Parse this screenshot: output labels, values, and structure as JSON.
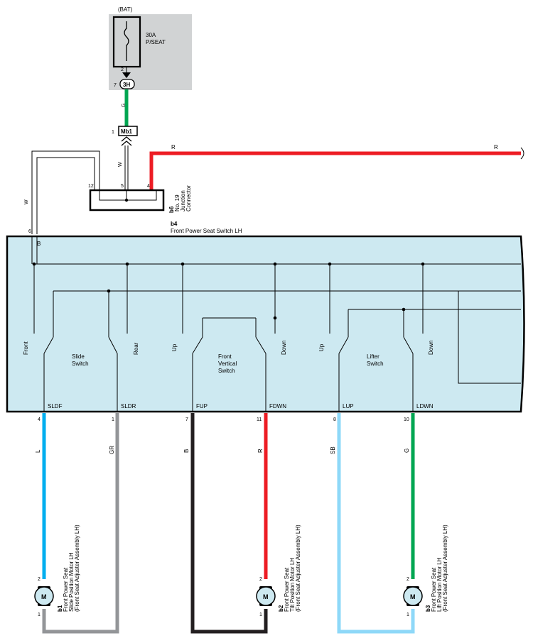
{
  "fuse": {
    "source": "(BAT)",
    "rating": "30A",
    "name": "P/SEAT",
    "out_pin": "2"
  },
  "connector_3h": {
    "label": "3H",
    "pin": "7"
  },
  "connector_mb1": {
    "label": "Mb1",
    "pin": "1"
  },
  "junction": {
    "code": "b6",
    "name": "No. 19 Junction Connector",
    "pins": [
      "12",
      "5",
      "4"
    ]
  },
  "switch_assembly": {
    "code": "b4",
    "name": "Front Power Seat Switch LH",
    "ground_pin": "6",
    "bus_label": "B"
  },
  "switches": {
    "slide": "Slide Switch",
    "vertical": "Front Vertical Switch",
    "lifter": "Lifter Switch",
    "pos_labels": [
      "Front",
      "Rear",
      "Up",
      "Down",
      "Up",
      "Down"
    ]
  },
  "terminals": [
    {
      "name": "SLDF",
      "pin": "4",
      "wire": "L"
    },
    {
      "name": "SLDR",
      "pin": "1",
      "wire": "GR"
    },
    {
      "name": "FUP",
      "pin": "7",
      "wire": "B"
    },
    {
      "name": "FDWN",
      "pin": "11",
      "wire": "R"
    },
    {
      "name": "LUP",
      "pin": "8",
      "wire": "SB"
    },
    {
      "name": "LDWN",
      "pin": "10",
      "wire": "G"
    }
  ],
  "wires": {
    "fuse_out": "G",
    "to_junction": "W",
    "left_loop": "W",
    "red_line_a": "R",
    "red_line_b": "R"
  },
  "motors": [
    {
      "code": "b1",
      "name": "Front Power Seat Slide Position Motor LH",
      "sub": "(Front Seat Adjuster Assembly LH)",
      "pin_top": "2",
      "pin_bottom": "1",
      "symbol": "M"
    },
    {
      "code": "b2",
      "name": "Front Power Seat Tilt Position Motor LH",
      "sub": "(Front Seat Adjuster Assembly LH)",
      "pin_top": "2",
      "pin_bottom": "1",
      "symbol": "M"
    },
    {
      "code": "b3",
      "name": "Front Power Seat Lift Position Motor LH",
      "sub": "(Front Seat Adjuster Assembly LH)",
      "pin_top": "2",
      "pin_bottom": "1",
      "symbol": "M"
    }
  ],
  "colors": {
    "green": "#00a651",
    "red": "#ed1c24",
    "blue": "#00aeef",
    "gray": "#939598",
    "black": "#231f20",
    "skyblue": "#8ed8f8",
    "panel": "#cde9f1",
    "fusebox": "#d1d3d4"
  }
}
